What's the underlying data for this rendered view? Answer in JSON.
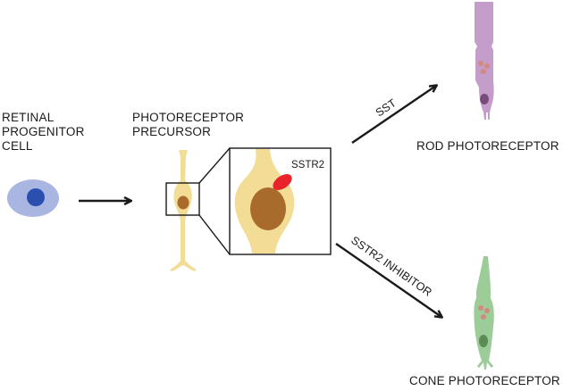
{
  "labels": {
    "progenitor": "RETINAL PROGENITOR CELL",
    "precursor": "PHOTORECEPTOR PRECURSOR",
    "receptor": "SSTR2",
    "sst_arrow": "SST",
    "inhibitor_arrow": "SSTR2 INHIBITOR",
    "rod": "ROD PHOTORECEPTOR",
    "cone": "CONE PHOTORECEPTOR"
  },
  "colors": {
    "progenitor_cytoplasm": "#a9b6e2",
    "progenitor_nucleus": "#2a4fae",
    "precursor_body": "#f3dd96",
    "precursor_nucleus": "#a86b2b",
    "receptor": "#e8232a",
    "rod_body": "#c59dcb",
    "rod_nucleus": "#7b4a7d",
    "cone_body": "#9ccc97",
    "cone_nucleus": "#5c8b54",
    "organelle": "#d08a7e",
    "line": "#1a1a1a"
  }
}
